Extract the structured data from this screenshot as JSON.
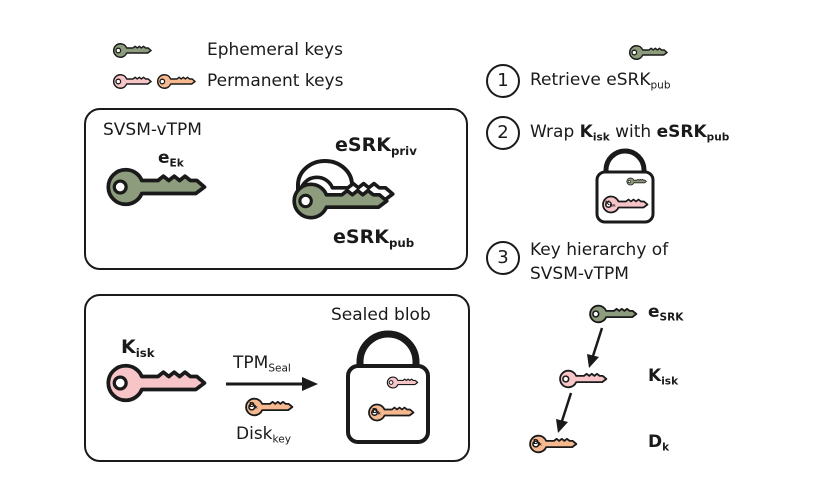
{
  "legend": {
    "ephemeral": "Ephemeral keys",
    "permanent": "Permanent keys"
  },
  "vtpm_box": {
    "title": "SVSM-vTPM",
    "ek_main": "e",
    "ek_sub": "Ek",
    "esrk_priv_main": "eSRK",
    "esrk_priv_sub": "priv",
    "esrk_pub_main": "eSRK",
    "esrk_pub_sub": "pub"
  },
  "seal_box": {
    "title": "Sealed blob",
    "kisk_main": "K",
    "kisk_sub": "isk",
    "tpm_main": "TPM",
    "tpm_sub": "Seal",
    "disk_main": "Disk",
    "disk_sub": "key",
    "dk_key_label": "D",
    "dk_key_sub": "k"
  },
  "steps": {
    "s1": {
      "num": "1",
      "text": "Retrieve eSRK",
      "sub": "pub"
    },
    "s2": {
      "num": "2",
      "wrap": "Wrap ",
      "k": "K",
      "ksub": "isk",
      "with": " with ",
      "esrk": "eSRK",
      "esrksub": "pub"
    },
    "s3": {
      "num": "3",
      "line1": "Key hierarchy of",
      "line2": "SVSM-vTPM"
    },
    "lock_key_label": "K",
    "lock_key_sub": "isk"
  },
  "hierarchy": {
    "esrk_main": "e",
    "esrk_sub": "SRK",
    "kisk_main": "K",
    "kisk_sub": "isk",
    "dk_main": "D",
    "dk_sub": "k",
    "dk_key_label": "D",
    "dk_key_sub": "k"
  },
  "colors": {
    "ephemeral": "#8c9c7c",
    "permanent_pink": "#f7c5c8",
    "permanent_orange": "#f6b98f",
    "outline": "#1a1a1a"
  }
}
